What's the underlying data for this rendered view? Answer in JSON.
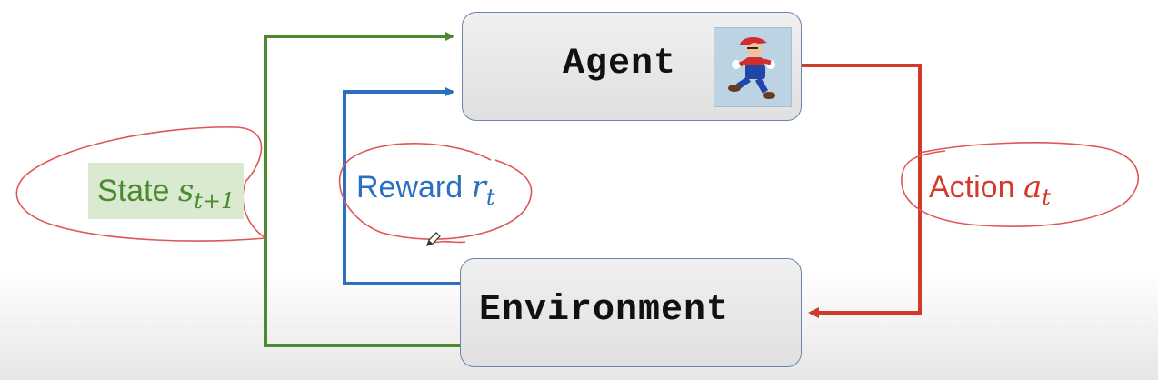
{
  "agent": {
    "title": "Agent",
    "icon": "mario-icon"
  },
  "environment": {
    "title": "Environment"
  },
  "state": {
    "text": "State",
    "symbol": "s",
    "subscript": "t+1",
    "color": "#4b8a2e"
  },
  "reward": {
    "text": "Reward",
    "symbol": "r",
    "subscript": "t",
    "color": "#2a6fc0"
  },
  "action": {
    "text": "Action",
    "symbol": "a",
    "subscript": "t",
    "color": "#d23a2a"
  },
  "annotation_color": "#e05555"
}
